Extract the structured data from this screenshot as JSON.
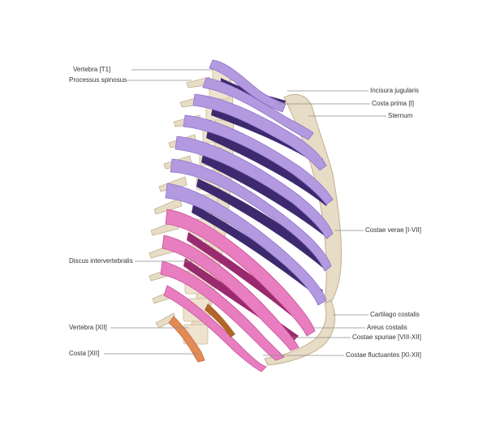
{
  "colors": {
    "background": "#ffffff",
    "bone": "#e7dcc6",
    "true_ribs": "#a98bd8",
    "true_ribs_dark": "#3d2a6e",
    "false_ribs": "#e46bb3",
    "false_ribs_dark": "#9a2a6f",
    "floating_ribs": "#e38a55",
    "leader_line": "#8c8c8c",
    "label_text": "#333333"
  },
  "labels": {
    "vertebra_t1": "Vertebra [T1]",
    "processus_spinosus": "Processus spinosus",
    "incisura_jugularis": "Incisura jugularis",
    "costa_prima": "Costa prima [I]",
    "sternum": "Sternum",
    "costae_verae": "Costae verae [I-VII]",
    "discus_intervertebralis": "Discus intervertebralis",
    "cartilago_costalis": "Cartilago costalis",
    "areus_costalis": "Areus costalis",
    "vertebra_xii": "Vertebra [XII]",
    "costae_spuriae": "Costae spuriae [VIII-XII]",
    "costa_xii": "Costa [XII]",
    "costae_fluctuantes": "Costae fluctuantes [XI-XII]"
  }
}
